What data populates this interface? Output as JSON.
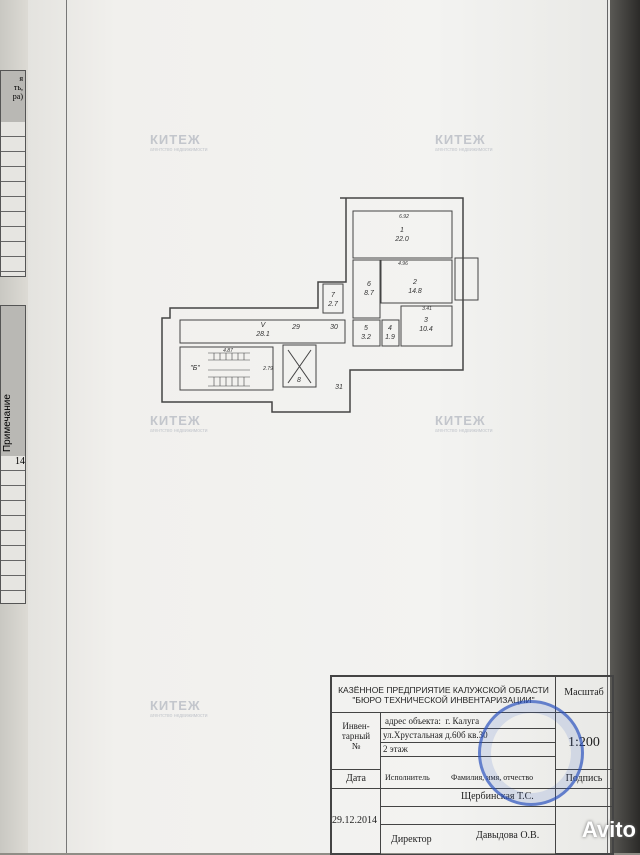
{
  "left_page": {
    "header_fragment": [
      "я",
      "ть,",
      "ра)"
    ],
    "column_label": "Примечание",
    "number": "14"
  },
  "watermark": {
    "brand": "КИТЕЖ",
    "subtitle": "агентство недвижимости"
  },
  "plan": {
    "rooms": [
      {
        "num": "1",
        "area": "22.0"
      },
      {
        "num": "2",
        "area": "14.8"
      },
      {
        "num": "3",
        "area": "10.4"
      },
      {
        "num": "4",
        "area": "1.9"
      },
      {
        "num": "5",
        "area": "3.2"
      },
      {
        "num": "6",
        "area": "8.7"
      },
      {
        "num": "7",
        "area": "2.7"
      },
      {
        "num": "V",
        "area": "28.1"
      },
      {
        "num": "\"Б\"",
        "area": ""
      },
      {
        "num": "8",
        "area": ""
      }
    ],
    "dimensions": [
      "6.92",
      "4.96",
      "3.41",
      "2.79",
      "4.87"
    ],
    "marks": [
      "29",
      "30",
      "31"
    ]
  },
  "stamp": {
    "org_line1": "КАЗЁННОЕ ПРЕДПРИЯТИЕ КАЛУЖСКОЙ ОБЛАСТИ",
    "org_line2": "\"БЮРО ТЕХНИЧЕСКОЙ ИНВЕНТАРИЗАЦИИ\"",
    "scale_label": "Масштаб",
    "inventory_label": "Инвен-тарный №",
    "address_label": "адрес объекта:",
    "city": "г. Калуга",
    "street": "ул.Хрустальная д.60б кв.30",
    "floor": "2 этаж",
    "scale": "1:200",
    "date_label": "Дата",
    "executor_label": "Исполнитель",
    "name_header": "Фамилия, имя, отчество",
    "signature_label": "Подпись",
    "executor_name": "Щербинская Т.С.",
    "date": "29.12.2014",
    "director_label": "Директор",
    "director_name": "Давыдова О.В."
  },
  "badge": "Avito"
}
